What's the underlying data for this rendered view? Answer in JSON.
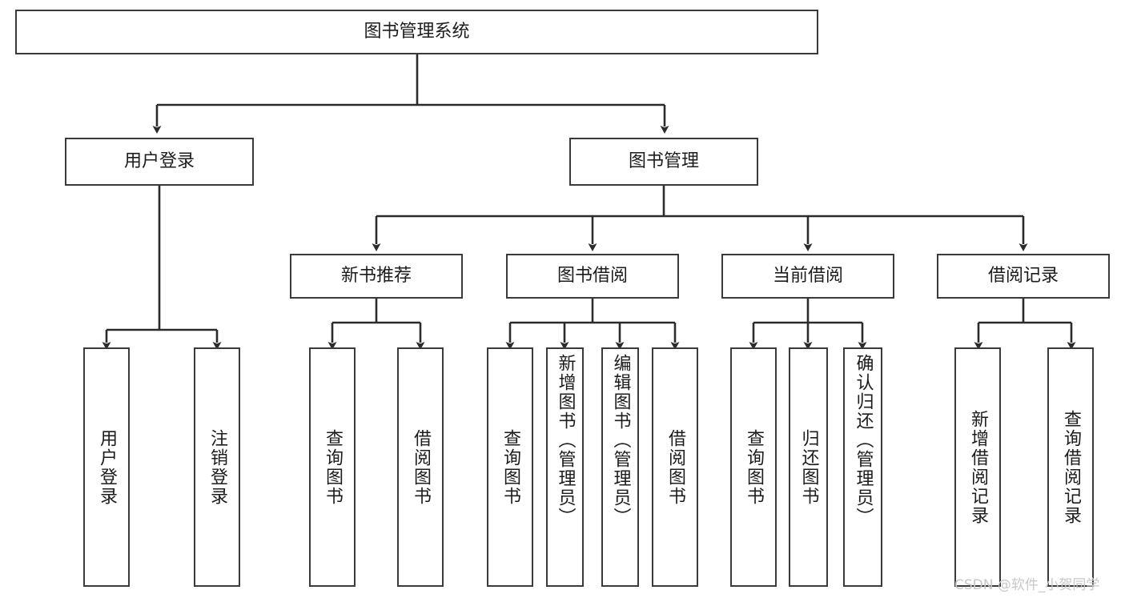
{
  "diagram": {
    "type": "tree",
    "title": "图书管理系统",
    "root": {
      "id": "root",
      "label": "图书管理系统"
    },
    "level2": [
      {
        "id": "user-login",
        "label": "用户登录"
      },
      {
        "id": "book-management",
        "label": "图书管理"
      }
    ],
    "level3": [
      {
        "id": "new-book-recommend",
        "label": "新书推荐"
      },
      {
        "id": "book-borrow",
        "label": "图书借阅"
      },
      {
        "id": "current-borrow",
        "label": "当前借阅"
      },
      {
        "id": "borrow-record",
        "label": "借阅记录"
      }
    ],
    "leaves": [
      {
        "id": "leaf-user-login",
        "label": "用户登录",
        "parent": "user-login"
      },
      {
        "id": "leaf-logout-login",
        "label": "注销登录",
        "parent": "user-login"
      },
      {
        "id": "leaf-query-book-1",
        "label": "查询图书",
        "parent": "new-book-recommend"
      },
      {
        "id": "leaf-borrow-book-1",
        "label": "借阅图书",
        "parent": "new-book-recommend"
      },
      {
        "id": "leaf-query-book-2",
        "label": "查询图书",
        "parent": "book-borrow"
      },
      {
        "id": "leaf-add-book",
        "label": "新增图书（管理员）",
        "parent": "book-borrow"
      },
      {
        "id": "leaf-edit-book",
        "label": "编辑图书（管理员）",
        "parent": "book-borrow"
      },
      {
        "id": "leaf-borrow-book-2",
        "label": "借阅图书",
        "parent": "book-borrow"
      },
      {
        "id": "leaf-query-book-3",
        "label": "查询图书",
        "parent": "current-borrow"
      },
      {
        "id": "leaf-return-book",
        "label": "归还图书",
        "parent": "current-borrow"
      },
      {
        "id": "leaf-confirm-return",
        "label": "确认归还（管理员）",
        "parent": "current-borrow"
      },
      {
        "id": "leaf-add-record",
        "label": "新增借阅记录",
        "parent": "borrow-record"
      },
      {
        "id": "leaf-query-record",
        "label": "查询借阅记录",
        "parent": "borrow-record"
      }
    ],
    "colors": {
      "box_border": "#3a3a3a",
      "connector": "#2b2b2b",
      "text": "#1c1c1c",
      "background": "#ffffff",
      "watermark": "#c8c8c8"
    }
  },
  "watermark": {
    "text": "CSDN @软件_小贺同学"
  }
}
